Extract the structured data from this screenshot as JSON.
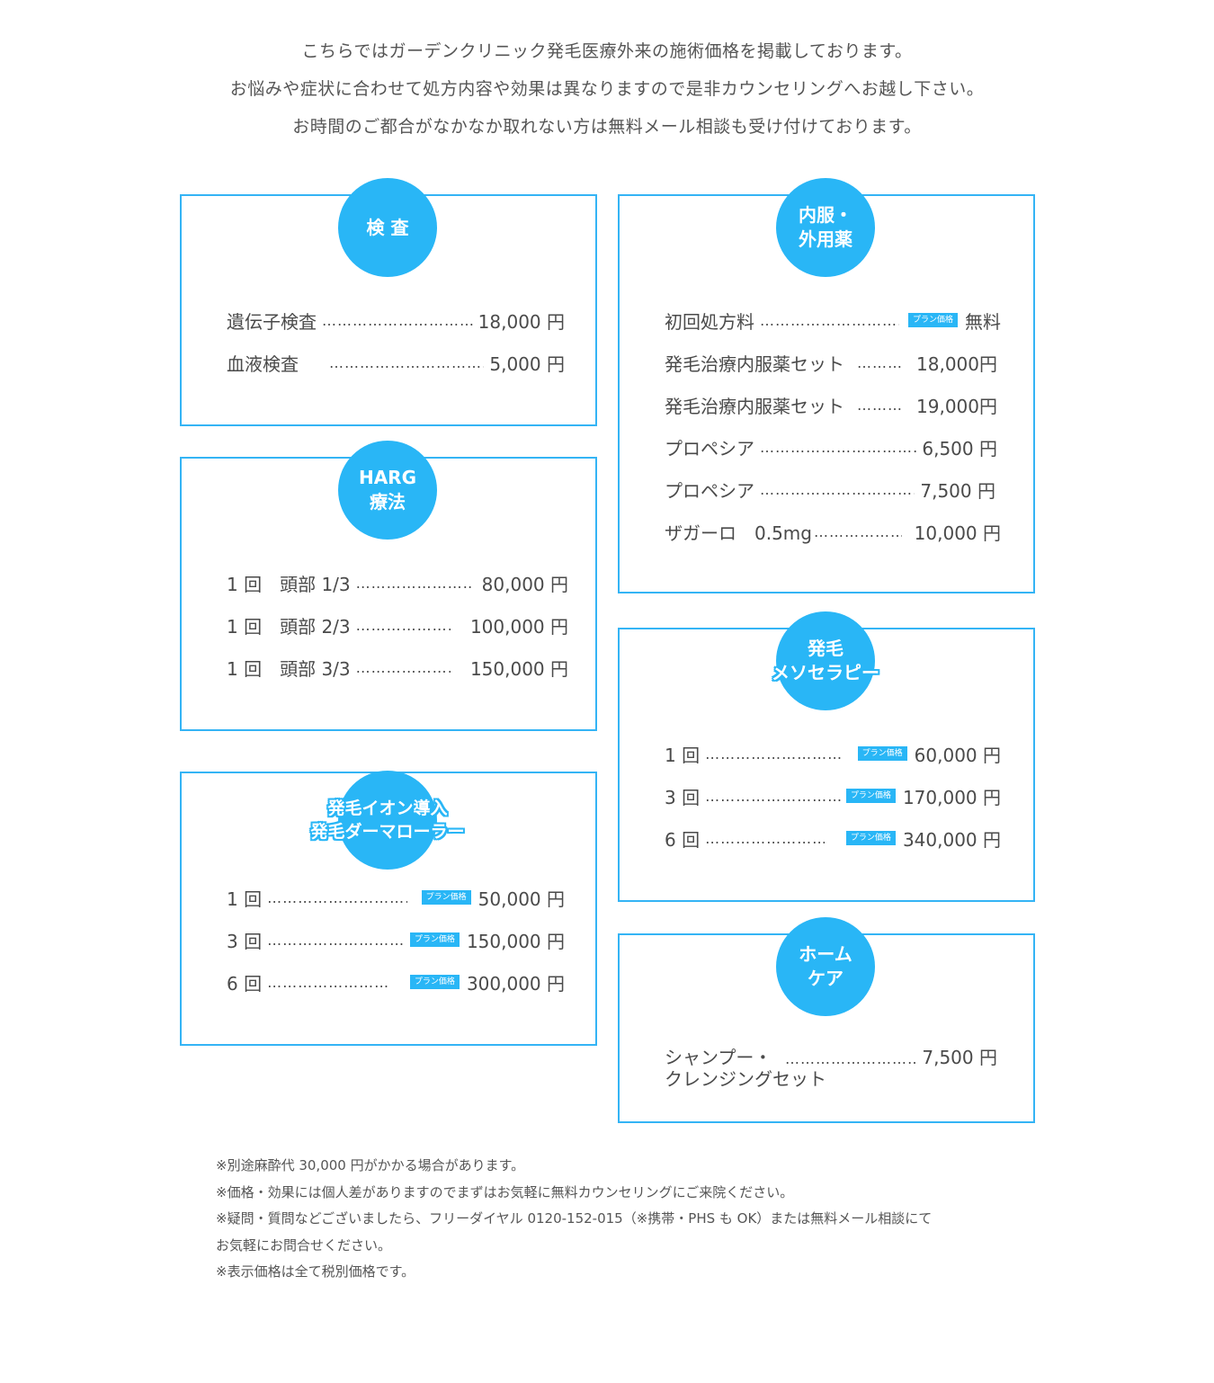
{
  "intro": [
    "こちらではガーデンクリニック発毛医療外来の施術価格を掲載しております。",
    "お悩みや症状に合わせて処方内容や効果は異なりますので是非カウンセリングへお越し下さい。",
    "お時間のご都合がなかなか取れない方は無料メール相談も受け付けております。"
  ],
  "plan_label": "プラン価格",
  "dots": "…………………………………………………………",
  "cards": {
    "exam": {
      "title": [
        "検 査"
      ],
      "rows": [
        {
          "label": "遺伝子検査",
          "price": "18,000 円"
        },
        {
          "label": "血液検査",
          "price": "5,000 円"
        }
      ]
    },
    "harg": {
      "title": [
        "HARG",
        "療法"
      ],
      "rows": [
        {
          "label": "1 回　頭部 1/3",
          "price": "80,000 円"
        },
        {
          "label": "1 回　頭部 2/3",
          "price": "100,000 円"
        },
        {
          "label": "1 回　頭部 3/3",
          "price": "150,000 円"
        }
      ]
    },
    "ion": {
      "title": [
        "発毛イオン導入",
        "発毛ダーマローラー"
      ],
      "rows": [
        {
          "label": "1 回",
          "price": "50,000 円"
        },
        {
          "label": "3 回",
          "price": "150,000 円"
        },
        {
          "label": "6 回",
          "price": "300,000 円"
        }
      ]
    },
    "medicine": {
      "title": [
        "内服・",
        "外用薬"
      ],
      "rows": [
        {
          "label": "初回処方料",
          "price": "無料"
        },
        {
          "label": "発毛治療内服薬セット",
          "price": "18,000円"
        },
        {
          "label": "発毛治療内服薬セット",
          "price": "19,000円"
        },
        {
          "label": "プロペシア",
          "price": "6,500 円"
        },
        {
          "label": "プロペシア",
          "price": "7,500 円"
        },
        {
          "label": "ザガーロ　0.5mg",
          "price": "10,000 円"
        }
      ]
    },
    "meso": {
      "title": [
        "発毛",
        "メソセラピー"
      ],
      "rows": [
        {
          "label": "1 回",
          "price": "60,000 円"
        },
        {
          "label": "3 回",
          "price": "170,000 円"
        },
        {
          "label": "6 回",
          "price": "340,000 円"
        }
      ]
    },
    "homecare": {
      "title": [
        "ホーム",
        "ケア"
      ],
      "rows": [
        {
          "label_line1": "シャンプー・",
          "label_line2": "クレンジングセット",
          "price": "7,500 円"
        }
      ]
    }
  },
  "notes": [
    "※別途麻酔代 30,000 円がかかる場合があります。",
    "※価格・効果には個人差がありますのでまずはお気軽に無料カウンセリングにご来院ください。",
    "※疑問・質問などございましたら、フリーダイヤル 0120-152-015（※携帯・PHS も OK）または無料メール相談にて",
    "お気軽にお問合せください。",
    "※表示価格は全て税別価格です。"
  ]
}
